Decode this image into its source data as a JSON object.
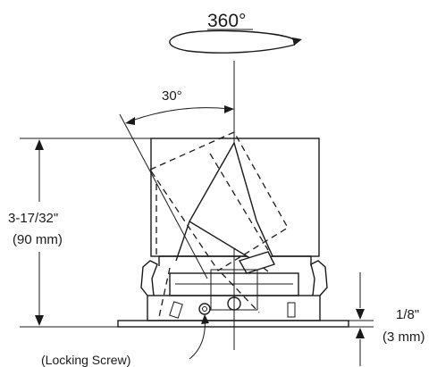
{
  "labels": {
    "rotation": "360°",
    "tilt": "30°",
    "height_in": "3-17/32\"",
    "height_mm": "(90 mm)",
    "lip_in": "1/8\"",
    "lip_mm": "(3 mm)",
    "locking_screw": "(Locking Screw)"
  }
}
